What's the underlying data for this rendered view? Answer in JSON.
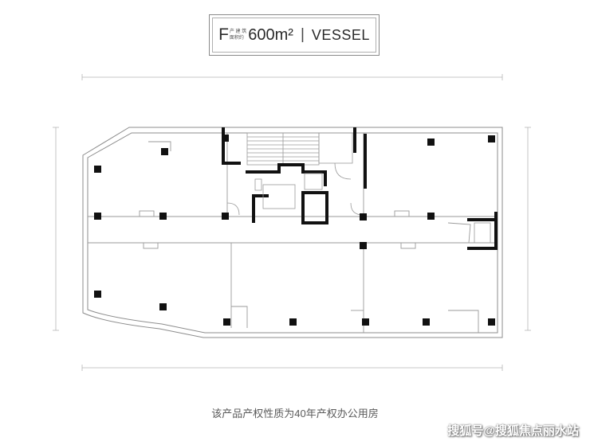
{
  "title": {
    "floor_letter": "F",
    "area_label_top": "产 建 筑",
    "area_label_bottom": "面积约",
    "area": "600m²",
    "separator": "|",
    "name": "VESSEL"
  },
  "footnote": "该产品产权性质为40年产权办公用房",
  "watermark": "搜狐号@搜狐焦点丽水站",
  "colors": {
    "wall": "#111111",
    "line": "#8c8c8c",
    "background": "#ffffff"
  }
}
